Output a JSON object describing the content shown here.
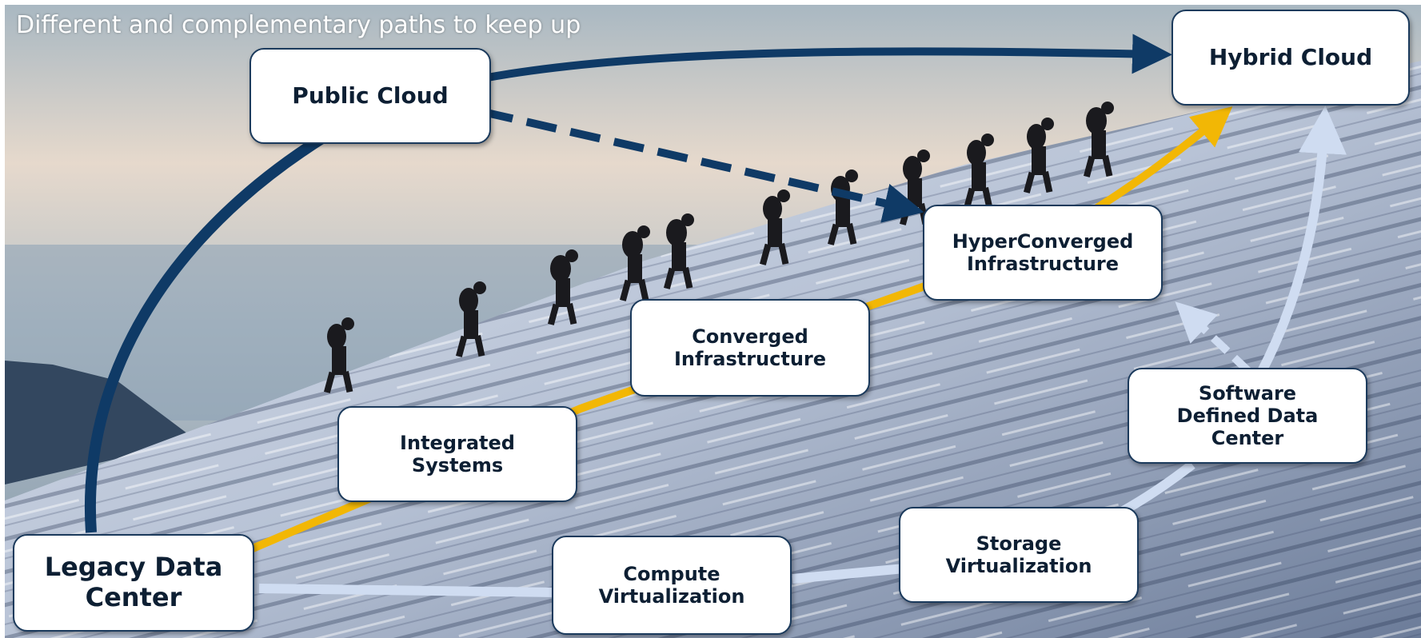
{
  "header": {
    "subtitle": "Different and complementary paths to keep up"
  },
  "nodes": {
    "hybrid_cloud": "Hybrid Cloud",
    "public_cloud": "Public Cloud",
    "hyperconverged": "HyperConverged\nInfrastructure",
    "converged": "Converged\nInfrastructure",
    "integrated": "Integrated\nSystems",
    "sddc": "Software\nDefined Data\nCenter",
    "storage_virt": "Storage\nVirtualization",
    "compute_virt": "Compute\nVirtualization",
    "legacy": "Legacy Data\nCenter"
  },
  "colors": {
    "public_path": "#0f3a66",
    "converged_path": "#f2b705",
    "virtualization_path": "#cfdcf1",
    "node_border": "#1b3a5c"
  },
  "background": {
    "description_icon": "mountain-climbers-photo"
  }
}
